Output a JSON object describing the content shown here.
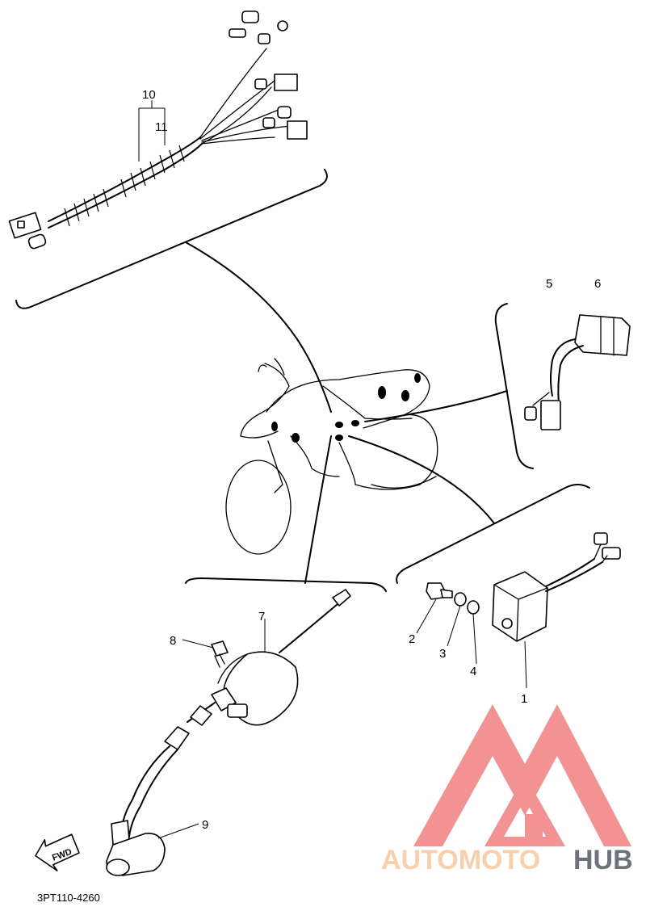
{
  "diagram": {
    "part_code": "3PT110-4260",
    "fwd_label": "FWD",
    "callouts": [
      "1",
      "2",
      "3",
      "4",
      "5",
      "6",
      "7",
      "8",
      "9",
      "10",
      "11"
    ]
  },
  "watermark": {
    "text_light": "AUTOMOTO",
    "text_dark": "HUB",
    "logo_color": "#f08080",
    "text_light_color": "#f6c9a0",
    "text_dark_color": "#555a63"
  }
}
